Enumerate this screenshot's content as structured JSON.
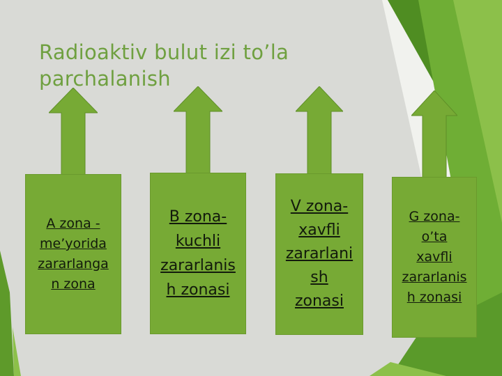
{
  "slide": {
    "title": "Radioaktiv  bulut  izi to’la\nparchalanish",
    "boxes": [
      {
        "label": "A zona -\nme’yorida\nzararlanga\nn zona"
      },
      {
        "label": "B zona-\nkuchli\nzararlanis\nh zonasi"
      },
      {
        "label": "V zona-\nxavfli\nzararlani\nsh\nzonasi"
      },
      {
        "label": "G zona-\no’ta\nxavfli\nzararlanis\nh zonasi"
      }
    ]
  },
  "colors": {
    "background": "#d9dad6",
    "accent_green": "#77aa35",
    "dark_green": "#3f7d1b",
    "title_text": "#6fa040"
  }
}
